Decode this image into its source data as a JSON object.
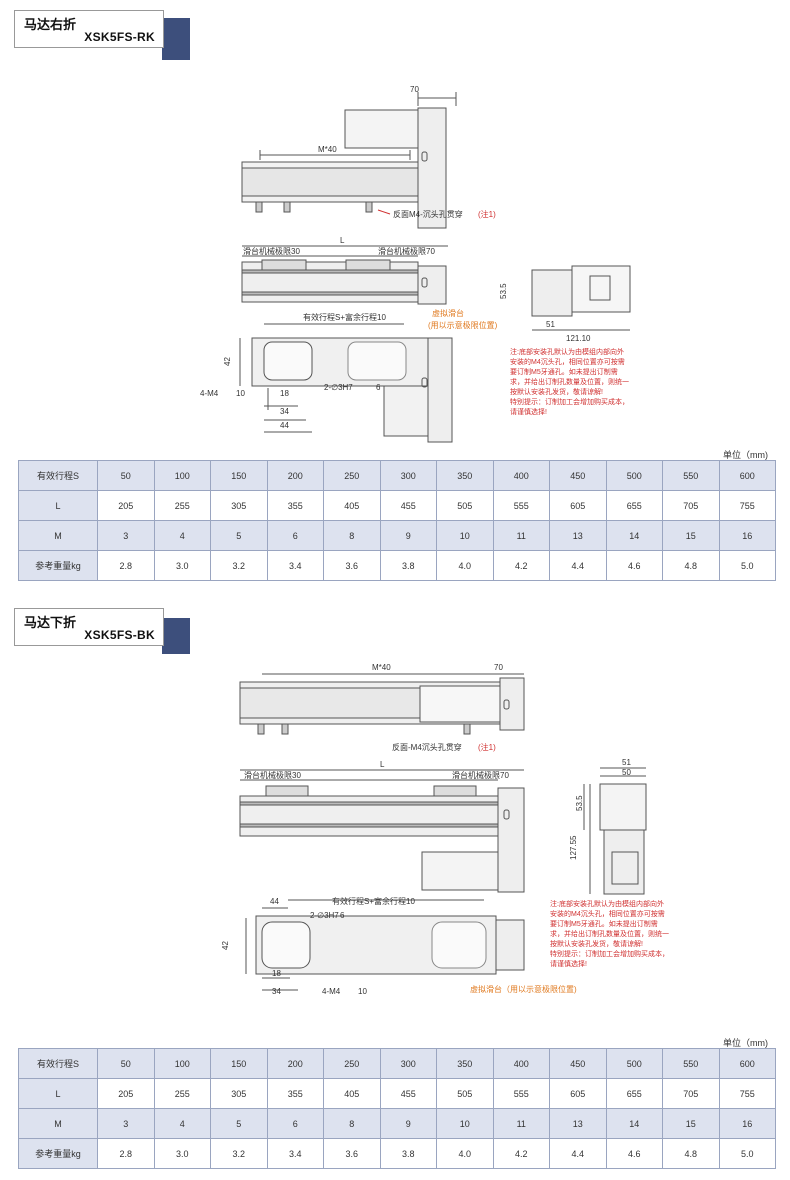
{
  "section1": {
    "title_cn": "马达右折",
    "title_en": "XSK5FS-RK",
    "dims": {
      "d70": "70",
      "m40": "M*40",
      "reverse_note": "反面M4-沉头孔贯穿",
      "note1": "(注1)",
      "L": "L",
      "limit30": "滑台机械极限30",
      "limit70": "滑台机械极限70",
      "stroke": "有效行程S+富余行程10",
      "virtual1": "虚拟滑台",
      "virtual2": "(用以示意极限位置)",
      "h42": "42",
      "m4": "4-M4",
      "m4d": "10",
      "d18": "18",
      "d34": "34",
      "d44": "44",
      "hole": "2-∅3H7",
      "holed": "6",
      "h535": "53.5",
      "w51": "51",
      "w12110": "121.10"
    },
    "notes": [
      "注:底部安装孔默认为由模组内部向外",
      "安装的M4沉头孔，相同位置亦可按需",
      "要订制M5牙通孔。如未提出订制需",
      "求，并给出订制孔数量及位置，则统一",
      "按默认安装孔发货，敬请谅解!",
      "特别提示：订制加工会增加购买成本，",
      "请谨慎选择!"
    ]
  },
  "section2": {
    "title_cn": "马达下折",
    "title_en": "XSK5FS-BK",
    "dims": {
      "m40": "M*40",
      "d70": "70",
      "reverse_note": "反面-M4沉头孔贯穿",
      "note1": "(注1)",
      "L": "L",
      "limit30": "滑台机械极限30",
      "limit70": "滑台机械极限70",
      "w51": "51",
      "w50": "50",
      "h535": "53.5",
      "h12755": "127.55",
      "d44": "44",
      "stroke": "有效行程S+富余行程10",
      "hole": "2-∅3H7",
      "holed": "6",
      "h42": "42",
      "d18": "18",
      "d34": "34",
      "m4": "4-M4",
      "m4d": "10",
      "virtual": "虚拟滑台（用以示意极限位置)"
    },
    "notes": [
      "注:底部安装孔默认为由模组内部向外",
      "安装的M4沉头孔，相同位置亦可按需",
      "要订制M5牙通孔。如未提出订制需",
      "求，并给出订制孔数量及位置，则统一",
      "按默认安装孔发货，敬请谅解!",
      "特别提示：订制加工会增加购买成本，",
      "请谨慎选择!"
    ]
  },
  "unit_label": "单位（mm)",
  "table": {
    "rows": [
      {
        "header": "有效行程S",
        "values": [
          "50",
          "100",
          "150",
          "200",
          "250",
          "300",
          "350",
          "400",
          "450",
          "500",
          "550",
          "600"
        ]
      },
      {
        "header": "L",
        "values": [
          "205",
          "255",
          "305",
          "355",
          "405",
          "455",
          "505",
          "555",
          "605",
          "655",
          "705",
          "755"
        ]
      },
      {
        "header": "M",
        "values": [
          "3",
          "4",
          "5",
          "6",
          "8",
          "9",
          "10",
          "11",
          "13",
          "14",
          "15",
          "16"
        ]
      },
      {
        "header": "参考重量kg",
        "values": [
          "2.8",
          "3.0",
          "3.2",
          "3.4",
          "3.6",
          "3.8",
          "4.0",
          "4.2",
          "4.4",
          "4.6",
          "4.8",
          "5.0"
        ]
      }
    ]
  },
  "colors": {
    "accent": "#3d4f7c",
    "table_header": "#dde2ef",
    "note_red": "#d03030",
    "virtual_orange": "#e07a20"
  }
}
